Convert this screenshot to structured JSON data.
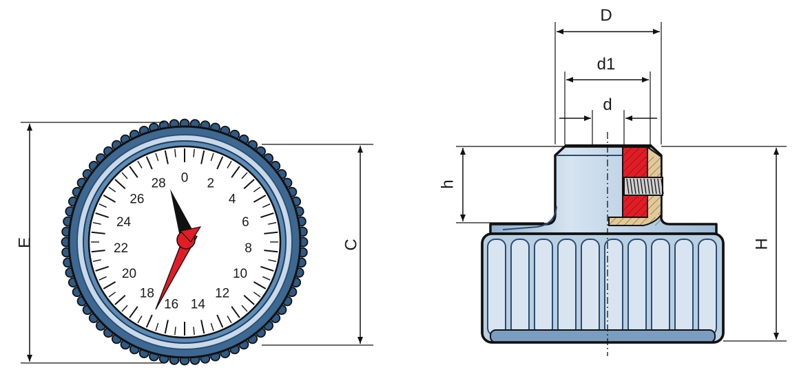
{
  "front_view": {
    "dial_numbers": [
      "0",
      "2",
      "4",
      "6",
      "8",
      "10",
      "12",
      "14",
      "16",
      "18",
      "20",
      "22",
      "24",
      "26",
      "28"
    ],
    "dimension_labels": {
      "outer": "E",
      "inner": "C"
    }
  },
  "side_view": {
    "dimension_labels": {
      "D": "D",
      "d1": "d1",
      "d": "d",
      "h": "h",
      "H": "H"
    }
  },
  "colors": {
    "knob_blue": "#a9c4dc",
    "knob_dark": "#264a72",
    "rim_blue": "#5b8cb8",
    "pointer_red": "#e31c24",
    "insert_tan": "#e2c995",
    "outline": "#111111"
  }
}
